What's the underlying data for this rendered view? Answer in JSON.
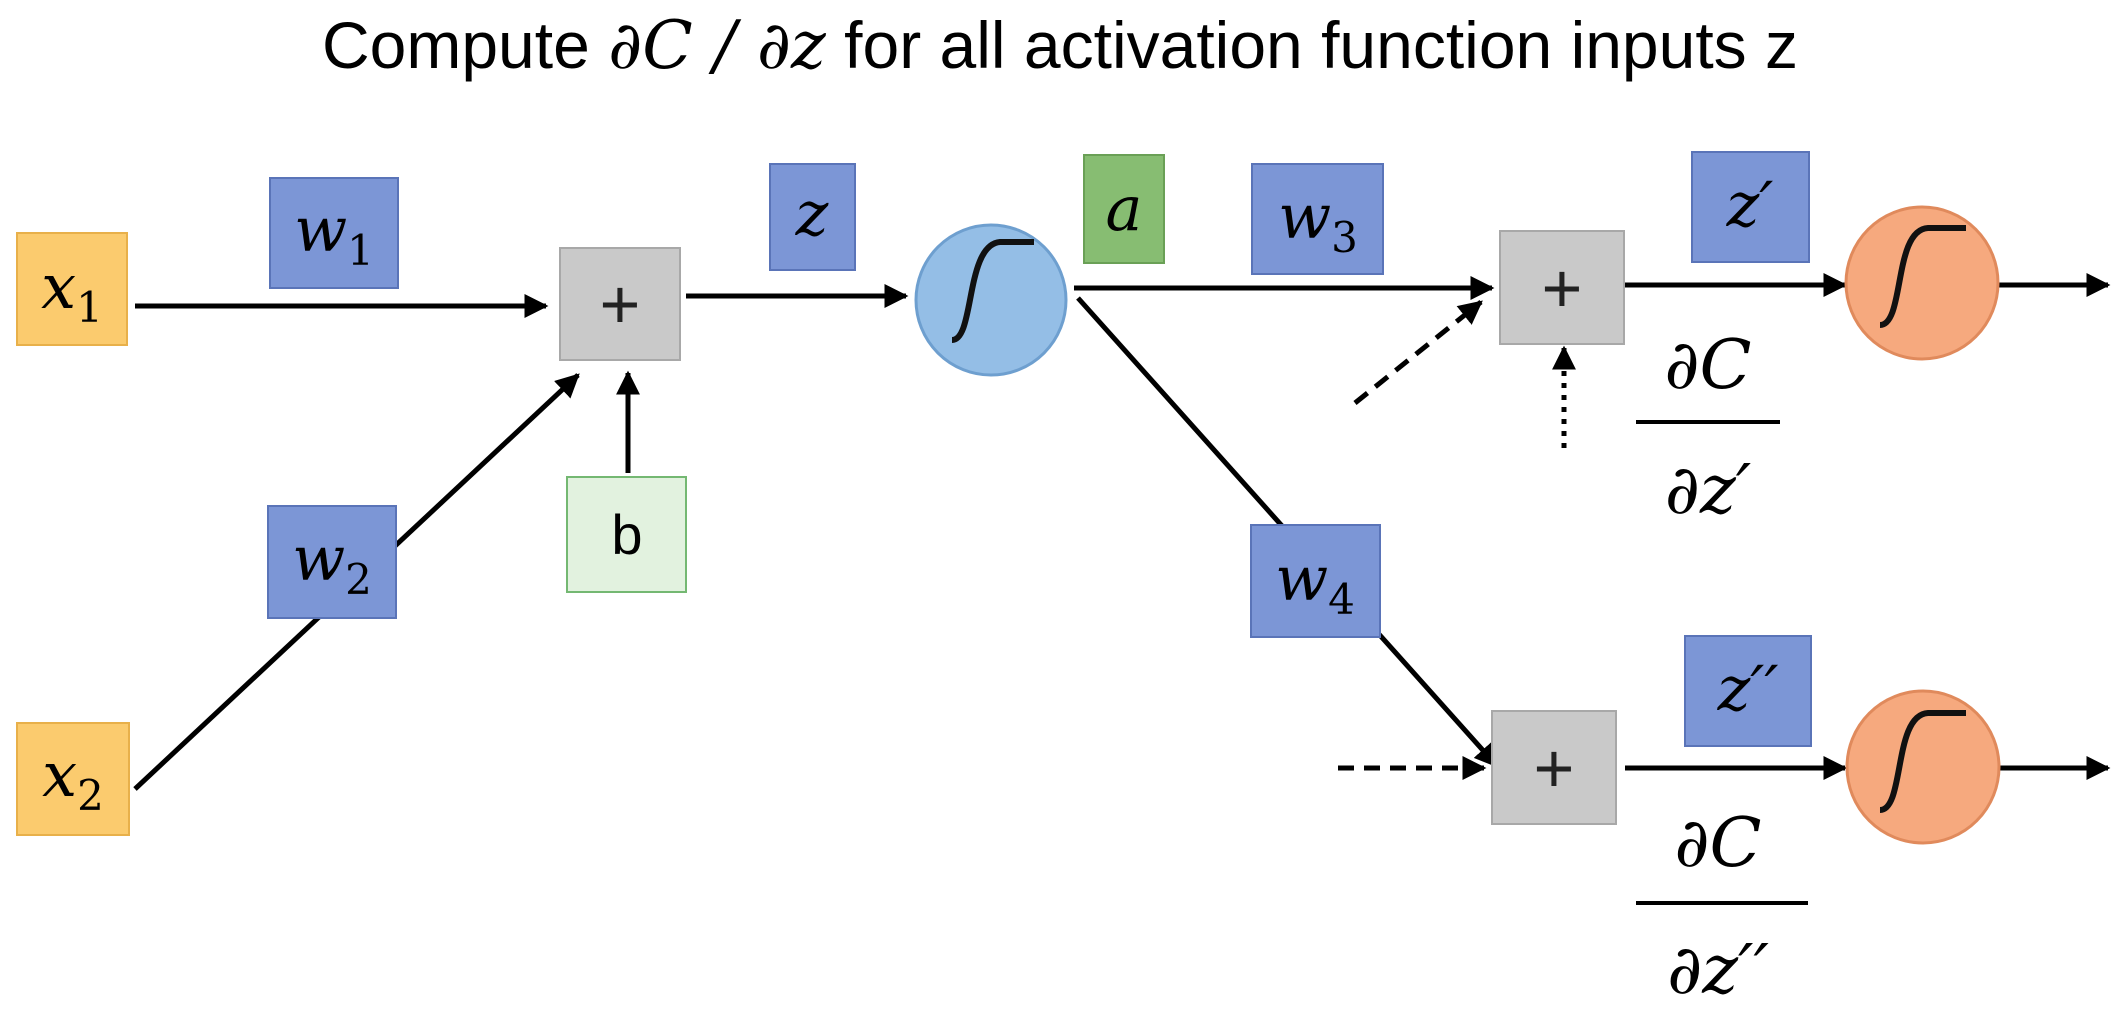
{
  "title": {
    "prefix": "Compute ",
    "math": "∂C / ∂z",
    "suffix": " for all activation function inputs z"
  },
  "nodes": {
    "x1": {
      "var": "x",
      "sub": "1"
    },
    "x2": {
      "var": "x",
      "sub": "2"
    },
    "w1": {
      "var": "w",
      "sub": "1"
    },
    "w2": {
      "var": "w",
      "sub": "2"
    },
    "w3": {
      "var": "w",
      "sub": "3"
    },
    "w4": {
      "var": "w",
      "sub": "4"
    },
    "b": "b",
    "z": "z",
    "a": "a",
    "z_prime": "z′",
    "z_double_prime": "z′′",
    "sum_symbol": "+"
  },
  "gradients": {
    "upper": {
      "numerator": "∂C",
      "denominator": "∂z′"
    },
    "lower": {
      "numerator": "∂C",
      "denominator": "∂z′′"
    }
  },
  "colors": {
    "input_fill": "#FBCB6E",
    "input_stroke": "#E8B04A",
    "weight_fill": "#7C96D6",
    "weight_stroke": "#5A74B8",
    "bias_fill": "#E2F2DF",
    "bias_stroke": "#74B872",
    "activation_out_fill": "#87BD72",
    "activation_out_stroke": "#6AA056",
    "sum_fill": "#C9C9C9",
    "sum_stroke": "#A8A8A8",
    "neuron_blue_fill": "#94BEE6",
    "neuron_blue_stroke": "#6E9FCF",
    "neuron_orange_fill": "#F6A97E",
    "neuron_orange_stroke": "#E08A5C"
  }
}
